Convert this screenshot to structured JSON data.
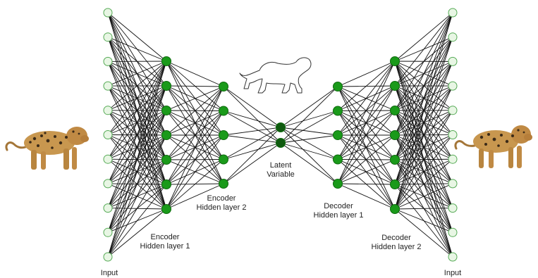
{
  "labels": {
    "input_left": "Input",
    "input_right": "Input",
    "encoder_hidden_1": [
      "Encoder",
      "Hidden layer 1"
    ],
    "encoder_hidden_2": [
      "Encoder",
      "Hidden layer 2"
    ],
    "latent": [
      "Latent",
      "Variable"
    ],
    "decoder_hidden_1": [
      "Decoder",
      "Hidden layer 1"
    ],
    "decoder_hidden_2": [
      "Decoder",
      "Hidden layer 2"
    ]
  },
  "layers": [
    {
      "name": "input-layer",
      "neurons": 11,
      "style": "light"
    },
    {
      "name": "encoder-hidden-layer-1",
      "neurons": 7,
      "style": "green"
    },
    {
      "name": "encoder-hidden-layer-2",
      "neurons": 5,
      "style": "green"
    },
    {
      "name": "latent-layer",
      "neurons": 2,
      "style": "dark"
    },
    {
      "name": "decoder-hidden-layer-1",
      "neurons": 5,
      "style": "green"
    },
    {
      "name": "decoder-hidden-layer-2",
      "neurons": 7,
      "style": "green"
    },
    {
      "name": "output-layer",
      "neurons": 11,
      "style": "light"
    }
  ],
  "colors": {
    "input_fill": "#e8f6e4",
    "input_stroke": "#55aa55",
    "hidden_fill": "#1a9a1a",
    "hidden_stroke": "#0d6b0d",
    "latent_fill": "#0f5a0f",
    "edge": "#111111",
    "jaguar_body": "#c8974f",
    "jaguar_spots": "#3a2a18"
  },
  "images": {
    "left_image": "jaguar-photo",
    "right_image": "jaguar-photo-reconstructed",
    "latent_sketch": "jaguar-outline-sketch"
  }
}
